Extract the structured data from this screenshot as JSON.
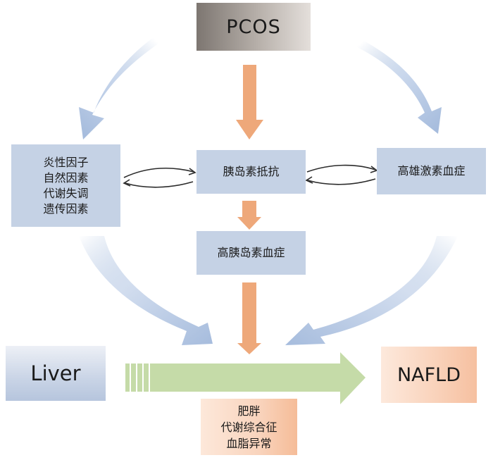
{
  "diagram": {
    "title_node": {
      "label": "PCOS"
    },
    "nodes": {
      "factors": {
        "lines": [
          "炎性因子",
          "自然因素",
          "代谢失调",
          "遗传因素"
        ]
      },
      "insulin_resistance": {
        "label": "胰岛素抵抗"
      },
      "hyperandrogenemia": {
        "label": "高雄激素血症"
      },
      "hyperinsulinemia": {
        "label": "高胰岛素血症"
      },
      "liver": {
        "label": "Liver"
      },
      "nafld": {
        "label": "NAFLD"
      },
      "comorbidities": {
        "lines": [
          "肥胖",
          "代谢综合征",
          "血脂异常"
        ]
      }
    },
    "edges": [
      {
        "from": "PCOS",
        "to": "factors",
        "style": "curved-gradient-blue"
      },
      {
        "from": "PCOS",
        "to": "insulin_resistance",
        "style": "straight-orange"
      },
      {
        "from": "PCOS",
        "to": "hyperandrogenemia",
        "style": "curved-gradient-blue"
      },
      {
        "from": "insulin_resistance",
        "to": "factors",
        "style": "bidirectional-thin"
      },
      {
        "from": "insulin_resistance",
        "to": "hyperandrogenemia",
        "style": "bidirectional-thin"
      },
      {
        "from": "insulin_resistance",
        "to": "hyperinsulinemia",
        "style": "straight-orange"
      },
      {
        "from": "hyperinsulinemia",
        "to": "liver-nafld-arrow",
        "style": "straight-orange"
      },
      {
        "from": "factors",
        "to": "liver-nafld-arrow",
        "style": "curved-gradient-blue"
      },
      {
        "from": "hyperandrogenemia",
        "to": "liver-nafld-arrow",
        "style": "curved-gradient-blue"
      },
      {
        "from": "liver",
        "to": "nafld",
        "style": "block-green"
      }
    ],
    "colors": {
      "node_blue": "#c5d2e5",
      "arrow_orange": "#eea87a",
      "arrow_blue": "#a9bfde",
      "arrow_green": "#c5dba8",
      "node_peach": "#f9d1b9"
    }
  }
}
